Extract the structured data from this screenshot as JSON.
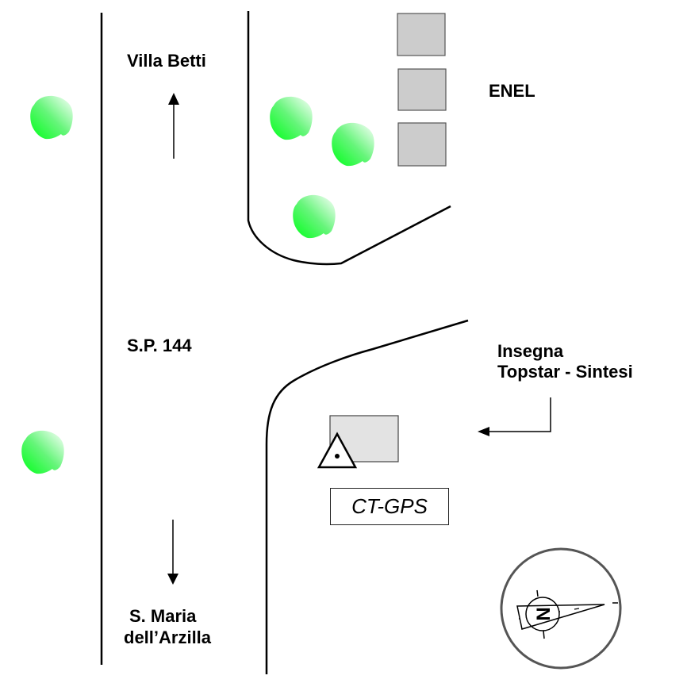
{
  "labels": {
    "north_destination": "Villa Betti",
    "south_destination_line1": "S. Maria",
    "south_destination_line2": "dell’Arzilla",
    "road_name": "S.P. 144",
    "enel": "ENEL",
    "sign_line1": "Insegna",
    "sign_line2": "Topstar - Sintesi",
    "station": "CT-GPS",
    "compass_letter": "N"
  },
  "colors": {
    "tree": "#00ff22",
    "building": "#cccccc",
    "sign_building": "#e3e3e3",
    "line": "#000000"
  },
  "icons": {
    "trees": "tree-icon",
    "station_marker": "survey-triangle-icon",
    "compass": "north-arrow-compass-icon"
  }
}
